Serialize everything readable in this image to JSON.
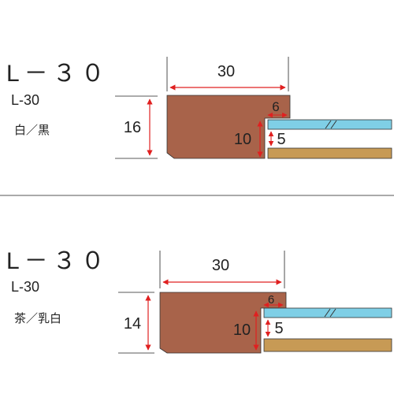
{
  "colors": {
    "frame": "#a8634a",
    "glass": "#7fcfe6",
    "board": "#c79a55",
    "arrow": "#e02020",
    "line": "#222222",
    "divider": "#555555"
  },
  "sections": [
    {
      "title": "L－３０",
      "code": "L-30",
      "color_name": "白／黒",
      "dim_width": "30",
      "dim_height": "16",
      "dim_rabbet_width": "6",
      "dim_rabbet_depth": "10",
      "dim_gap": "5"
    },
    {
      "title": "L－３０",
      "code": "L-30",
      "color_name": "茶／乳白",
      "dim_width": "30",
      "dim_height": "14",
      "dim_rabbet_width": "6",
      "dim_rabbet_depth": "10",
      "dim_gap": "5"
    }
  ]
}
